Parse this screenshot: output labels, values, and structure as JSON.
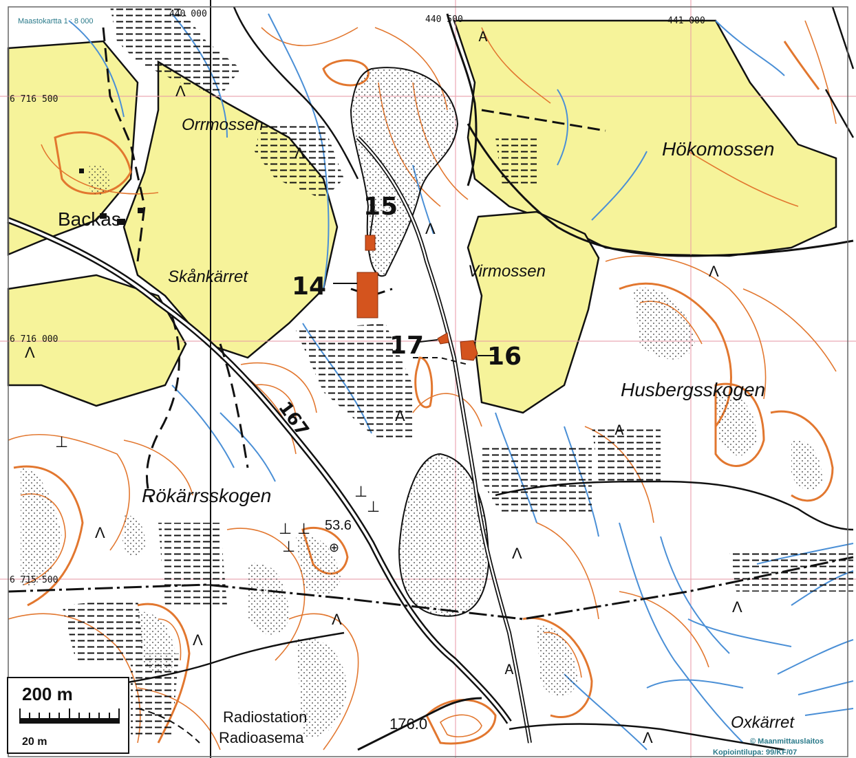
{
  "map": {
    "header": "Maastokartta 1 : 8 000",
    "copyright": {
      "line1": "© Maanmittauslaitos",
      "line2": "Kopiointilupa: 99/KF/07"
    },
    "colors": {
      "paper": "#ffffff",
      "bog": "#f6f39a",
      "contour": "#e2772f",
      "water": "#4a8fd6",
      "grid": "#e89aa6",
      "site": "#d4541e",
      "ink": "#111111"
    },
    "coordinates": {
      "top": [
        "440 000",
        "440 500",
        "441 000"
      ],
      "left": [
        "6 716 500",
        "6 716 000",
        "6 715 500"
      ]
    },
    "place_names": {
      "orrmossen": "Orrmossen",
      "hokomossen": "Hökomossen",
      "backas": "Backas",
      "skankarret": "Skånkärret",
      "virmossen": "Virmossen",
      "husbergsskogen": "Husbergsskogen",
      "rokarrsskogen": "Rökärrsskogen",
      "oxkarret": "Oxkärret",
      "radiostation": "Radiostation",
      "radioasema": "Radioasema"
    },
    "road_number": "167",
    "elevations": {
      "e1": "53.6",
      "e2": "176.0"
    },
    "sites": [
      {
        "label": "15"
      },
      {
        "label": "14"
      },
      {
        "label": "17"
      },
      {
        "label": "16"
      }
    ],
    "scale": {
      "main": "200 m",
      "small": "20 m"
    }
  }
}
